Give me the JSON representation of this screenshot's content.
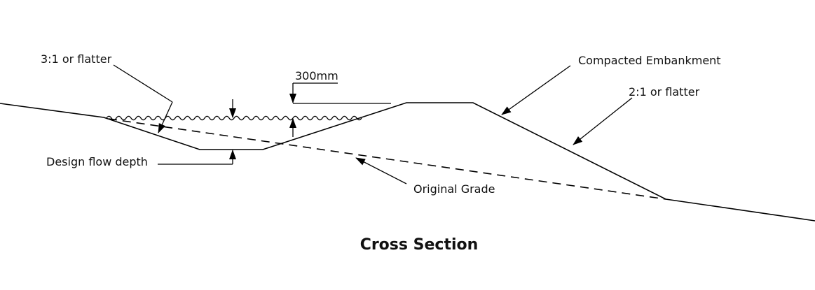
{
  "diagram": {
    "labels": {
      "slope_left": "3:1 or flatter",
      "freeboard": "300mm",
      "embankment": "Compacted Embankment",
      "slope_right": "2:1 or flatter",
      "flow_depth": "Design flow depth",
      "original_grade": "Original Grade"
    },
    "title": "Cross Section"
  }
}
